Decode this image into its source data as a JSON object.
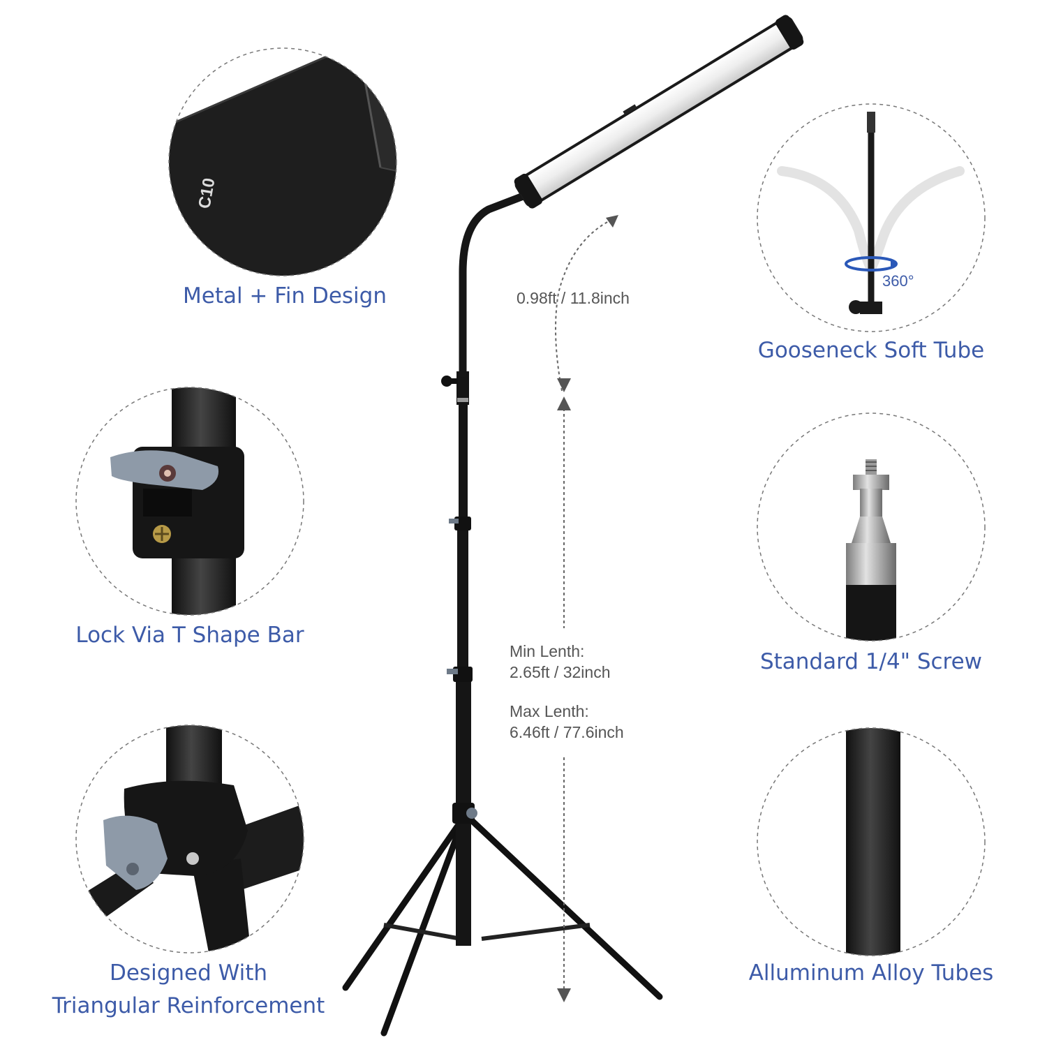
{
  "features": {
    "metal": "Metal + Fin Design",
    "lock": "Lock Via T Shape Bar",
    "triangular_1": "Designed With",
    "triangular_2": "Triangular Reinforcement",
    "gooseneck": "Gooseneck Soft Tube",
    "screw": "Standard 1/4\" Screw",
    "alloy": "Alluminum Alloy Tubes"
  },
  "badges": {
    "model": "C10",
    "rotation": "360°"
  },
  "dimensions": {
    "gooseneck_length": "0.98ft / 11.8inch",
    "min_label": "Min Lenth:",
    "min_value": "2.65ft / 32inch",
    "max_label": "Max Lenth:",
    "max_value": "6.46ft / 77.6inch"
  },
  "colors": {
    "caption": "#3d5ba8",
    "metal": "#1c1c1c",
    "knob": "#8e9aa8"
  }
}
